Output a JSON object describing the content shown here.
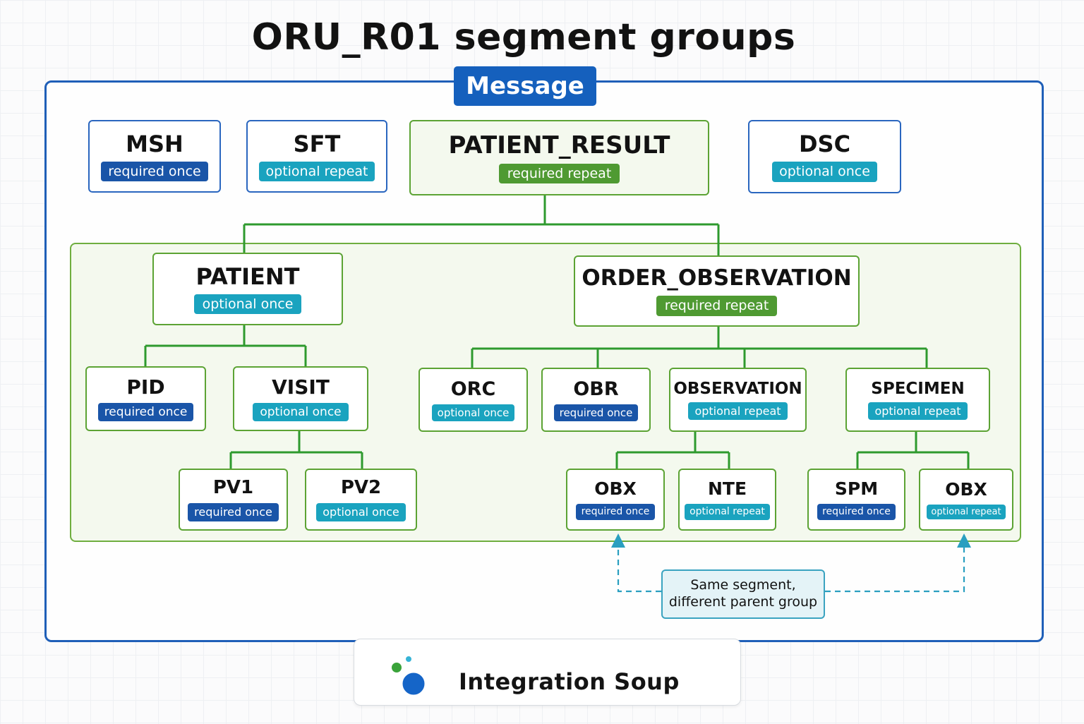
{
  "title": "ORU_R01 segment groups",
  "message_label": "Message",
  "badges": {
    "required_once": "required once",
    "optional_once": "optional once",
    "optional_repeat": "optional repeat",
    "required_repeat": "required repeat"
  },
  "nodes": {
    "msh": {
      "name": "MSH",
      "cardinality": "required once"
    },
    "sft": {
      "name": "SFT",
      "cardinality": "optional repeat"
    },
    "patient_result": {
      "name": "PATIENT_RESULT",
      "cardinality": "required repeat"
    },
    "dsc": {
      "name": "DSC",
      "cardinality": "optional once"
    },
    "patient": {
      "name": "PATIENT",
      "cardinality": "optional once"
    },
    "order_observation": {
      "name": "ORDER_OBSERVATION",
      "cardinality": "required repeat"
    },
    "pid": {
      "name": "PID",
      "cardinality": "required once"
    },
    "visit": {
      "name": "VISIT",
      "cardinality": "optional once"
    },
    "pv1": {
      "name": "PV1",
      "cardinality": "required once"
    },
    "pv2": {
      "name": "PV2",
      "cardinality": "optional once"
    },
    "orc": {
      "name": "ORC",
      "cardinality": "optional once"
    },
    "obr": {
      "name": "OBR",
      "cardinality": "required once"
    },
    "observation": {
      "name": "OBSERVATION",
      "cardinality": "optional repeat"
    },
    "specimen": {
      "name": "SPECIMEN",
      "cardinality": "optional repeat"
    },
    "obx_observation": {
      "name": "OBX",
      "cardinality": "required once"
    },
    "nte": {
      "name": "NTE",
      "cardinality": "optional repeat"
    },
    "spm": {
      "name": "SPM",
      "cardinality": "required once"
    },
    "obx_specimen": {
      "name": "OBX",
      "cardinality": "optional repeat"
    }
  },
  "callout": {
    "line1": "Same segment,",
    "line2": "different parent group"
  },
  "brand": {
    "name": "Integration Soup"
  },
  "colors": {
    "frame": "#1f5fb8",
    "group_border": "#6fae3f",
    "required_badge": "#1a55a8",
    "optional_badge": "#1aa3bf",
    "group_badge": "#4f9a32",
    "connector": "#2e9a2e",
    "callout_border": "#3aa3c0"
  }
}
